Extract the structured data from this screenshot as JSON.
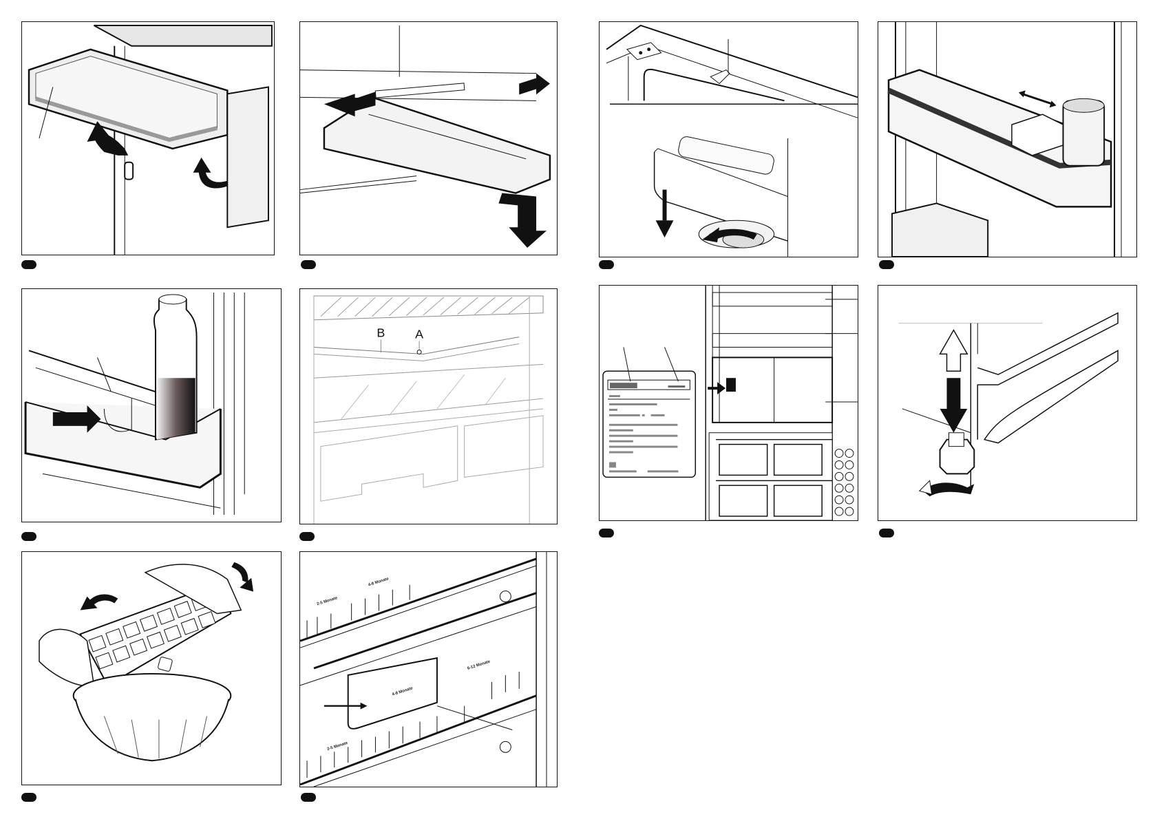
{
  "document": {
    "type": "appliance manual illustration page",
    "figures": [
      {
        "id": "fig-door-shelf-remove",
        "description": "Door shelf being lifted out"
      },
      {
        "id": "fig-drawer-slide",
        "description": "Sliding drawer removed from shelf rail"
      },
      {
        "id": "fig-light-bulb",
        "description": "Interior light cover and bulb replacement"
      },
      {
        "id": "fig-can-holder",
        "description": "Door shelf with sliding can holder"
      },
      {
        "id": "fig-bottle-holder",
        "description": "Bottle holder in door tray"
      },
      {
        "id": "fig-shelf-positions",
        "description": "Interior shelves",
        "labels": {
          "b": "B",
          "a": "A"
        }
      },
      {
        "id": "fig-rating-plate",
        "description": "Rating plate location inside fridge"
      },
      {
        "id": "fig-adjustable-foot",
        "description": "Adjustable leveling foot"
      },
      {
        "id": "fig-ice-tray",
        "description": "Twisting ice cube tray over bowl"
      },
      {
        "id": "fig-freezer-storage",
        "description": "Freezer drawer storage time labels",
        "labels": {
          "top_a": "4-8 Monate",
          "top_b": "2-5 Monate",
          "mid_a": "6-12 Monate",
          "mid_b": "4-8 Monate",
          "bottom": "2-5 Monate"
        }
      }
    ]
  }
}
